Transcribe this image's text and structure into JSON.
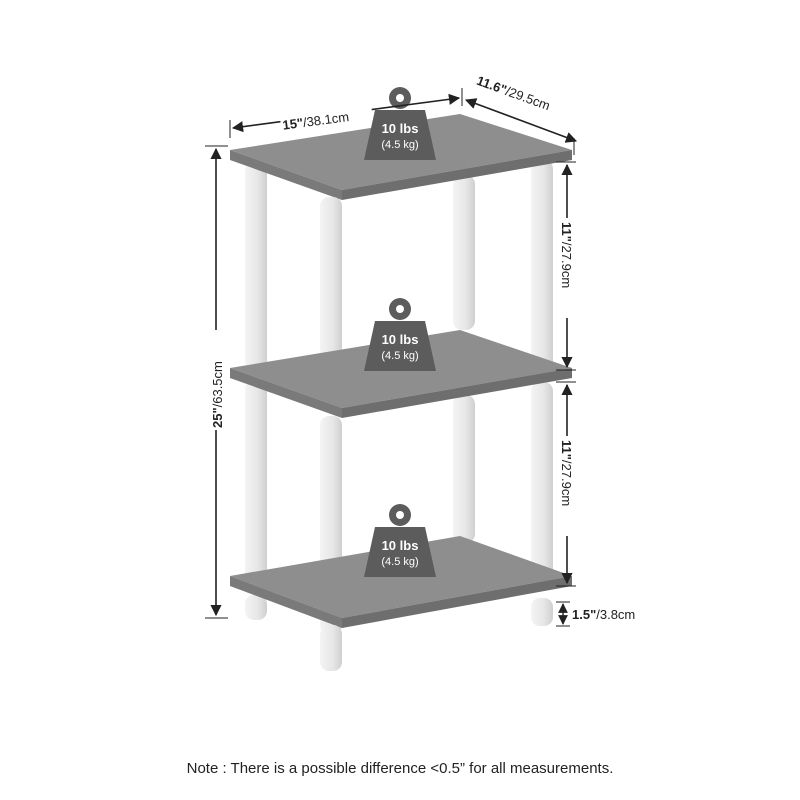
{
  "dimensions": {
    "width": {
      "inches": "15\"",
      "cm": "/38.1cm"
    },
    "depth": {
      "inches": "11.6\"",
      "cm": "/29.5cm"
    },
    "height": {
      "inches": "25\"",
      "cm": "/63.5cm"
    },
    "shelf_gap_upper": {
      "inches": "11\"",
      "cm": "/27.9cm"
    },
    "shelf_gap_lower": {
      "inches": "11\"",
      "cm": "/27.9cm"
    },
    "leg_height": {
      "inches": "1.5\"",
      "cm": "/3.8cm"
    }
  },
  "weights": [
    {
      "value": "10 lbs",
      "metric": "(4.5 kg)"
    },
    {
      "value": "10 lbs",
      "metric": "(4.5 kg)"
    },
    {
      "value": "10 lbs",
      "metric": "(4.5 kg)"
    }
  ],
  "note": "Note : There is a possible difference <0.5” for all measurements.",
  "colors": {
    "shelf_top": "#8e8e8e",
    "shelf_edge": "#767676",
    "pole": "#ececec",
    "pole_shade": "#d4d4d4",
    "weight": "#5c5c5c",
    "dimension_line": "#222222"
  }
}
